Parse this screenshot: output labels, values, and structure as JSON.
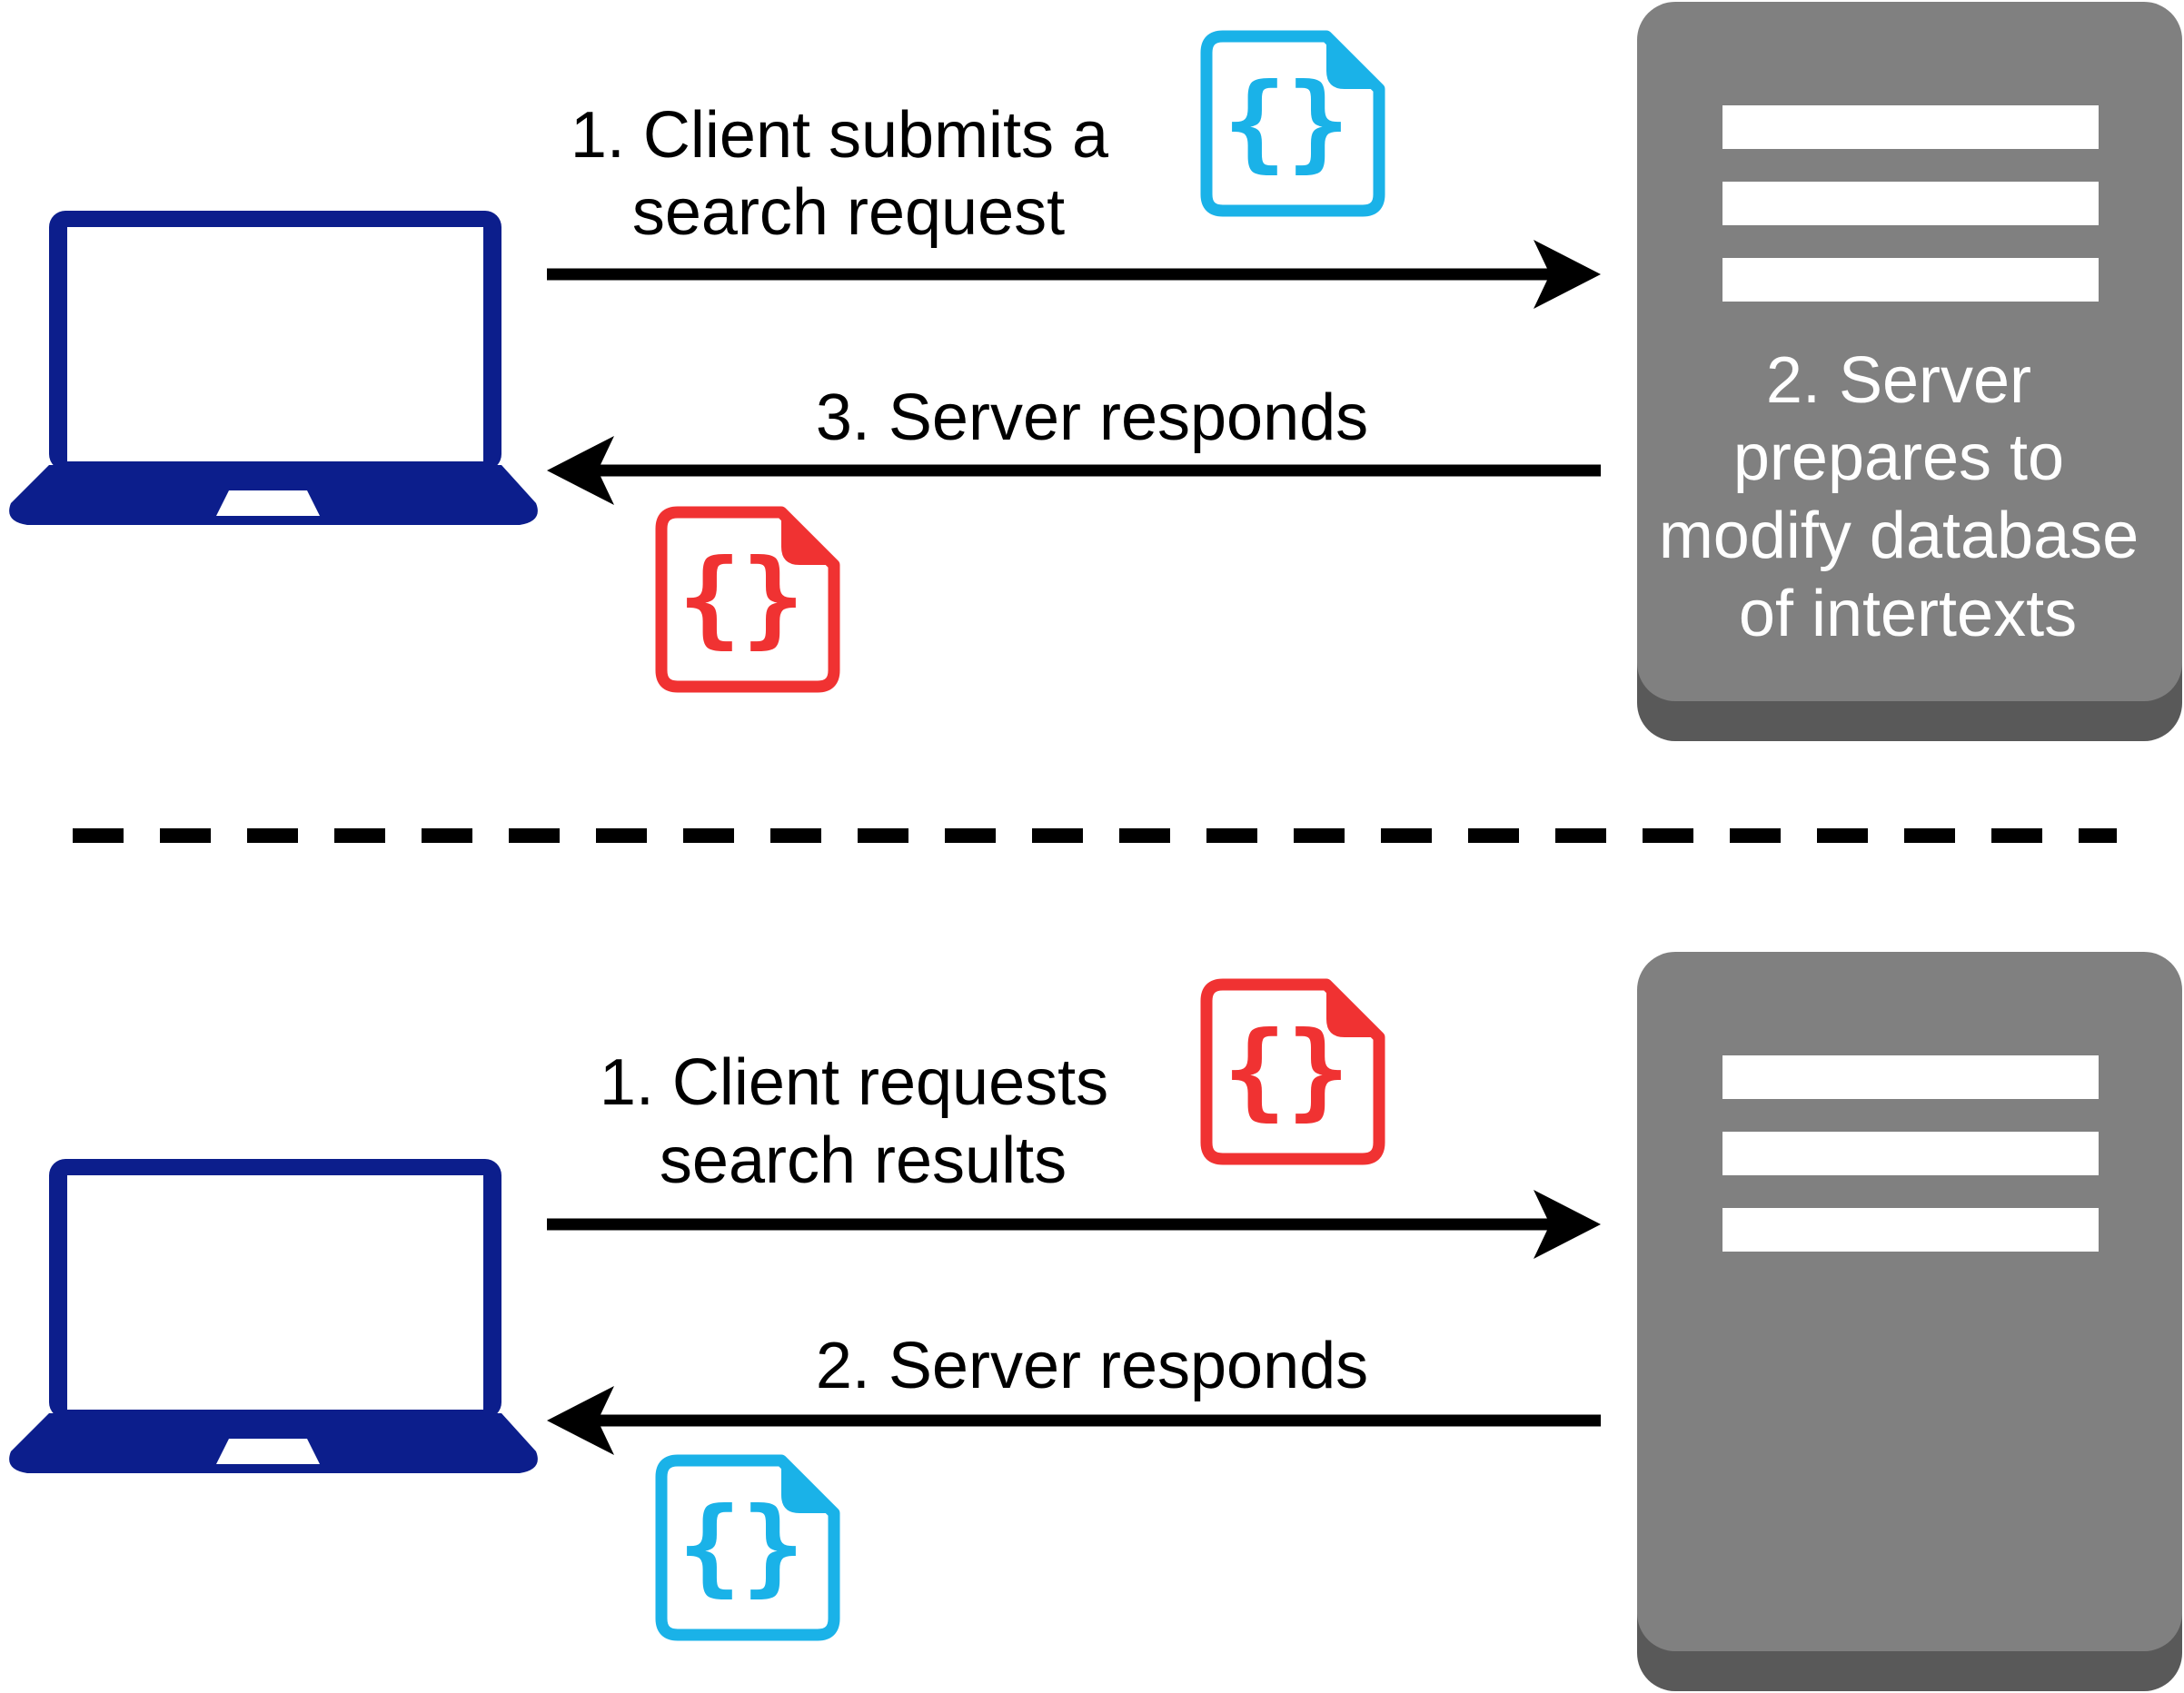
{
  "colors": {
    "laptop": "#0c1e8c",
    "server_body": "#808080",
    "server_base": "#595959",
    "server_slots": "#ffffff",
    "json_blue": "#1ab2e8",
    "json_red": "#f03232",
    "arrow": "#000000",
    "divider": "#000000"
  },
  "icons": {
    "client": "laptop-icon",
    "server": "server-icon",
    "document": "json-document-icon"
  },
  "top_scenario": {
    "request_label_lines": [
      "1. Client submits a",
      "search request"
    ],
    "server_label_lines": [
      "2. Server",
      "prepares to",
      "modify database",
      "of intertexts"
    ],
    "response_label": "3. Server responds",
    "request_document_color": "blue",
    "response_document_color": "red",
    "brace_text": "{}"
  },
  "bottom_scenario": {
    "request_label_lines": [
      "1. Client requests",
      "search results"
    ],
    "response_label": "2. Server responds",
    "request_document_color": "red",
    "response_document_color": "blue",
    "brace_text": "{}"
  }
}
